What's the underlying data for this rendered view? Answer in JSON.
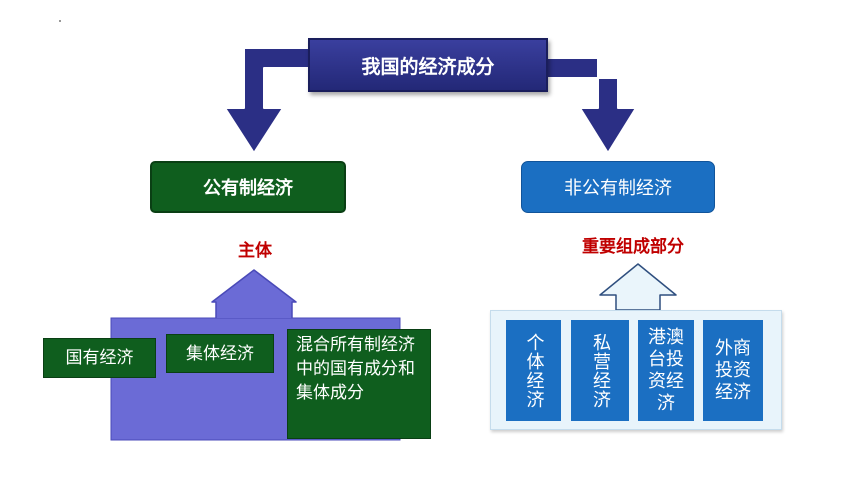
{
  "title": "我国的经济成分",
  "public_economy": {
    "label": "公有制经济",
    "role": "主体",
    "items": [
      "国有经济",
      "集体经济",
      "混合所有制经济中的国有成分和集体成分"
    ]
  },
  "non_public_economy": {
    "label": "非公有制经济",
    "role": "重要组成部分",
    "items": [
      "个体经济",
      "私营经济",
      "港澳台投资经济",
      "外商投资经济"
    ]
  },
  "colors": {
    "title_bg": "#232877",
    "connector_arrow": "#2b2f85",
    "public_bg": "#0f5e1e",
    "nonpublic_bg": "#1b6fc2",
    "public_panel": "#6b6bd6",
    "nonpublic_panel": "#e8f4fb",
    "role_text": "#c00000"
  }
}
